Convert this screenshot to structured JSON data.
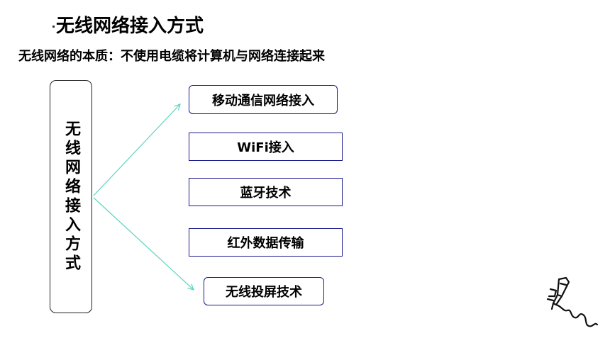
{
  "title": "无线网络接入方式",
  "subtitle": "无线网络的本质：不使用电缆将计算机与网络连接起来",
  "diagram": {
    "root_label": "无线网络接入方式",
    "items": [
      {
        "label": "移动通信网络接入"
      },
      {
        "label": "WiFi接入"
      },
      {
        "label": "蓝牙技术"
      },
      {
        "label": "红外数据传输"
      },
      {
        "label": "无线投屏技术"
      }
    ]
  },
  "colors": {
    "item_border": "#1a1a8c",
    "connector": "#5fd3c0",
    "root_border": "#222222"
  },
  "icons": [
    "pen-icon"
  ]
}
